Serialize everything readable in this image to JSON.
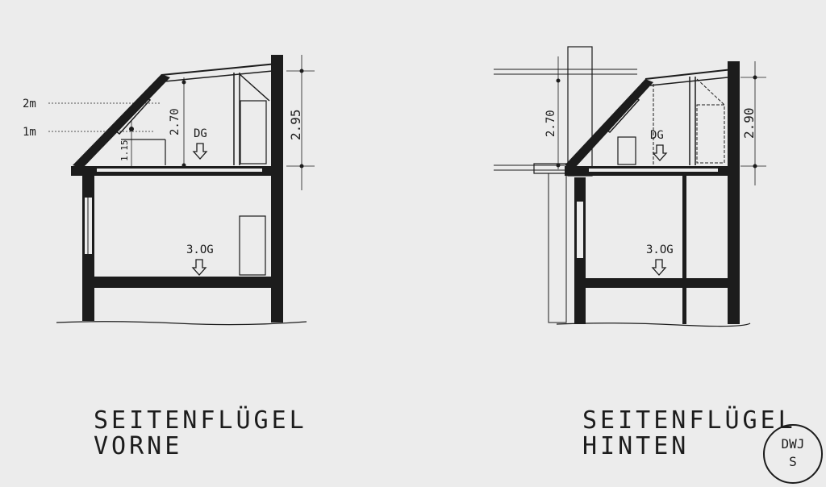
{
  "sections": [
    {
      "id": "vorne",
      "title_line1": "SEITENFLÜGEL",
      "title_line2": "VORNE",
      "floor_upper": "DG",
      "floor_lower": "3.OG",
      "dim_total": "2.95",
      "dim_attic": "2.70",
      "dim_sill": "1.15",
      "height_mark_high": "2m",
      "height_mark_low": "1m"
    },
    {
      "id": "hinten",
      "title_line1": "SEITENFLÜGEL",
      "title_line2": "HINTEN",
      "floor_upper": "DG",
      "floor_lower": "3.OG",
      "dim_total": "2.90",
      "dim_attic": "2.70"
    }
  ],
  "stamp": {
    "line1": "DWJ",
    "line2": "S"
  }
}
